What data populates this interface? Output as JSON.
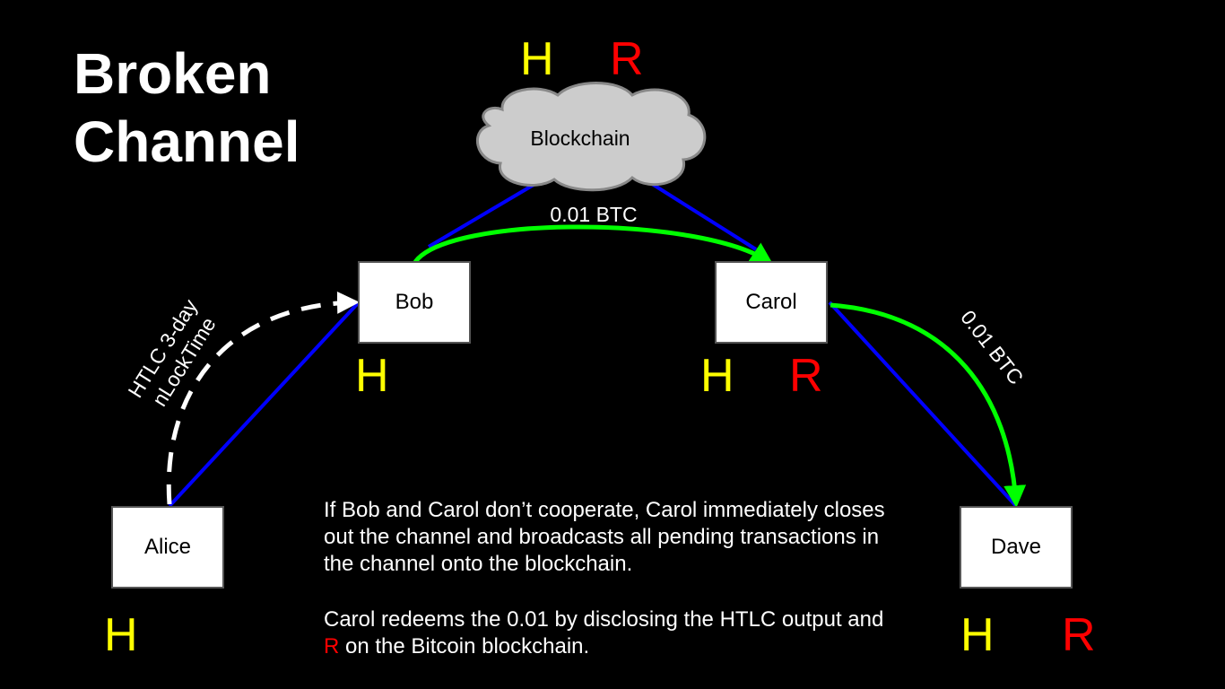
{
  "title": {
    "line1": "Broken",
    "line2": "Channel"
  },
  "nodes": {
    "blockchain": "Blockchain",
    "alice": "Alice",
    "bob": "Bob",
    "carol": "Carol",
    "dave": "Dave"
  },
  "letters": {
    "h": "H",
    "r": "R"
  },
  "edges": {
    "bob_carol_amount": "0.01 BTC",
    "carol_dave_amount": "0.01 BTC",
    "htlc_line1": "HTLC 3-day",
    "htlc_line2": "nLockTime"
  },
  "description": {
    "paragraph1": "If Bob and Carol don’t cooperate, Carol immediately closes out the channel and broadcasts all pending transactions in the channel onto the blockchain.",
    "paragraph2_before": "Carol redeems the 0.01 by disclosing the HTLC output and ",
    "paragraph2_highlight": "R",
    "paragraph2_after": " on the Bitcoin blockchain."
  },
  "colors": {
    "background": "#000000",
    "channel_line": "#0000ff",
    "payment_arrow": "#00ff00",
    "htlc_arrow": "#ffffff",
    "hash_letter": "#ffff00",
    "preimage_letter": "#ff0000",
    "cloud_fill": "#cccccc"
  },
  "icons": {
    "blockchain": "cloud-icon"
  }
}
